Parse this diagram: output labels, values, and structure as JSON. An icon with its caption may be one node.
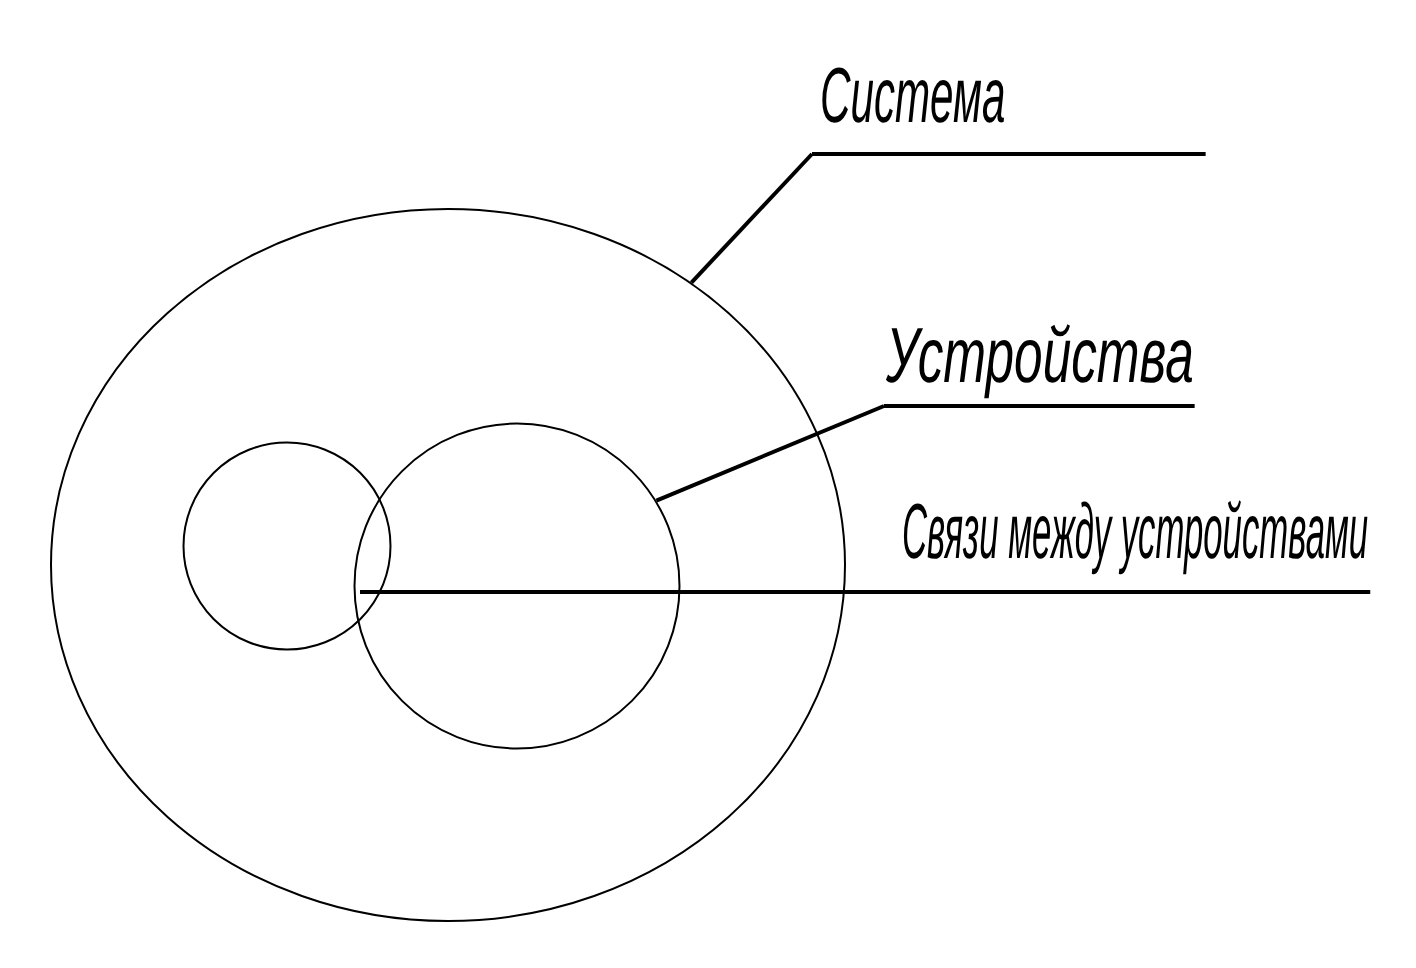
{
  "diagram": {
    "nodes": [
      {
        "text": [
          "Система"
        ]
      },
      {
        "text": [],
        "shape": "ellipse"
      },
      {
        "text": [
          "Устройства"
        ]
      },
      {
        "text": [],
        "shape": "circle",
        "in": 1
      },
      {
        "text": [],
        "shape": "circle",
        "in": 1
      },
      {
        "text": [
          "Связи между устройствами"
        ]
      }
    ],
    "edges": [
      {
        "from": 0,
        "to": 1,
        "arrow": "none"
      },
      {
        "from": 2,
        "to": 4,
        "arrow": "none"
      },
      {
        "from": 5,
        "to": 3,
        "arrow": "none"
      }
    ]
  }
}
